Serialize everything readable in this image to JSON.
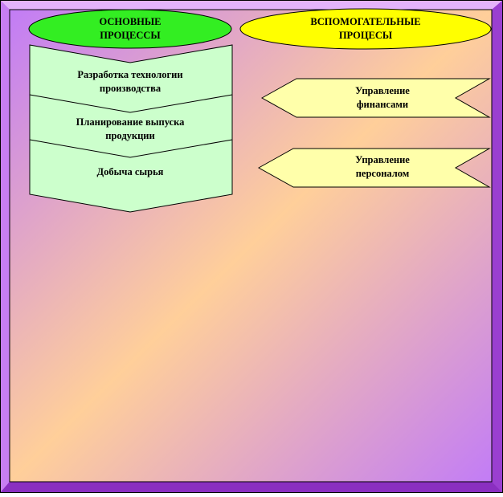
{
  "colors": {
    "frame_outer": "#b24fe6",
    "frame_light": "#e4b3fb",
    "frame_dark": "#8a2fc0",
    "bg_corner": "#c27cf6",
    "bg_center": "#ffcf9a",
    "main_fill": "#ccffcc",
    "main_oval": "#33ee22",
    "aux_oval": "#ffff00",
    "aux_fill": "#ffffaa",
    "stroke": "#000000"
  },
  "main": {
    "header_line1": "ОСНОВНЫЕ",
    "header_line2": "ПРОЦЕССЫ",
    "steps": [
      {
        "line1": "Разработка  технологии",
        "line2": "производства"
      },
      {
        "line1": "Планирование выпуска",
        "line2": "продукции"
      },
      {
        "line1": "Добыча сырья",
        "line2": ""
      }
    ]
  },
  "aux": {
    "header_line1": "ВСПОМОГАТЕЛЬНЫЕ",
    "header_line2": "ПРОЦЕСЫ",
    "items": [
      {
        "line1": "Управление",
        "line2": "финансами"
      },
      {
        "line1": "Управление",
        "line2": "персоналом"
      }
    ]
  }
}
